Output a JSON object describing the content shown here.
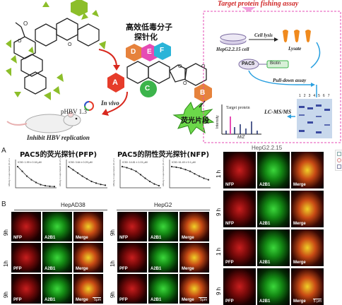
{
  "top": {
    "cjk_probe": "高效低毒分子\n探针化",
    "label_invivo": "In vivo",
    "label_plasmid": "pHBV 1.3",
    "label_inhibit": "Inhibit HBV replication",
    "label_fluor": "荧光片段",
    "ring_letters": [
      "A",
      "B",
      "C",
      "D",
      "E",
      "F"
    ]
  },
  "assay": {
    "title": "Target protein fishing assay",
    "cell": "HepG2.2.15 cell",
    "lysis": "Cell lysis",
    "lysate": "Lysate",
    "pac5": "PAC5",
    "biotin": "Biotin",
    "pulldown": "Pull-down assay",
    "lcms": "LC-MS/MS",
    "target": "Target protein",
    "intensity": "Intensity",
    "mz": "M/Z",
    "lane_labels": [
      "1",
      "2",
      "3",
      "4",
      "5",
      "6",
      "7"
    ]
  },
  "panelA": {
    "letter": "A",
    "pfp_title": "PAC5的荧光探针(PFP)",
    "nfp_title": "PAC5的阴性荧光探针(NFP)",
    "ic50": [
      "IC50: 1.99 ± 0.16 μM",
      "IC50: 3.64 ± 0.29 μM",
      "IC50: 14.81 ± 1.01 μM",
      "IC50: 61.49 ± 9.1 μM"
    ],
    "ylabel": "HBsAg in supernatant (% of control)"
  },
  "panelB": {
    "letter": "B",
    "group1": "HepAD38",
    "group2": "HepG2",
    "group3": "HepG2.2.15",
    "nfp": "NFP",
    "pfp": "PFP",
    "a2b1": "A2B1",
    "merge": "Merge",
    "time_9h": "9h",
    "time_1h": "1h",
    "time_9h_sp": "9 h",
    "time_1h_sp": "1 h",
    "scale5": "5μm",
    "scale5sp": "5 μm"
  },
  "colors": {
    "red": "#e63c2a",
    "green": "#3cb44b",
    "pink": "#e64bb4",
    "cyan": "#2ab4d8",
    "orange": "#e6823c",
    "yellowgreen": "#a0c814",
    "navy": "#1a2a6c"
  },
  "chart_data": [
    {
      "type": "line",
      "title": "IC50: 1.99 ± 0.16 μM",
      "x": [
        0,
        1,
        2,
        3,
        4,
        5,
        6,
        7,
        8
      ],
      "series": [
        {
          "values": [
            100,
            78,
            55,
            38,
            25,
            15,
            10,
            7,
            6
          ]
        }
      ],
      "ylim": [
        0,
        120
      ]
    },
    {
      "type": "line",
      "title": "IC50: 3.64 ± 0.29 μM",
      "x": [
        0,
        1,
        2,
        3,
        4,
        5,
        6,
        7,
        8
      ],
      "series": [
        {
          "values": [
            100,
            85,
            70,
            55,
            42,
            30,
            22,
            16,
            12
          ]
        }
      ],
      "ylim": [
        0,
        120
      ]
    },
    {
      "type": "line",
      "title": "IC50: 14.81 ± 1.01 μM",
      "x": [
        0,
        1,
        2,
        3,
        4,
        5,
        6,
        7,
        8
      ],
      "series": [
        {
          "values": [
            100,
            95,
            88,
            78,
            62,
            45,
            30,
            18,
            10
          ]
        }
      ],
      "ylim": [
        0,
        120
      ]
    },
    {
      "type": "line",
      "title": "IC50: 61.49 ± 9.1 μM",
      "x": [
        0,
        1,
        2,
        3,
        4,
        5,
        6,
        7,
        8
      ],
      "series": [
        {
          "values": [
            100,
            97,
            93,
            86,
            78,
            66,
            55,
            45,
            38
          ]
        }
      ],
      "ylim": [
        0,
        120
      ]
    }
  ]
}
